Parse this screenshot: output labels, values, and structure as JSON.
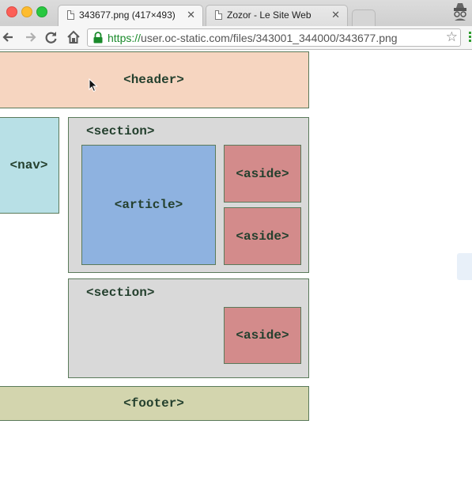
{
  "tabs": [
    {
      "title": "343677.png (417×493)",
      "active": true
    },
    {
      "title": "Zozor - Le Site Web",
      "active": false
    }
  ],
  "toolbar": {
    "url_scheme": "https://",
    "url_rest": "user.oc-static.com/files/343001_344000/343677.png",
    "icons": [
      "back-icon",
      "forward-icon",
      "reload-icon",
      "home-icon",
      "lock-icon",
      "star-icon"
    ]
  },
  "diagram": {
    "header": "<header>",
    "nav": "<nav>",
    "section1": "<section>",
    "article": "<article>",
    "aside1": "<aside>",
    "aside2": "<aside>",
    "section2": "<section>",
    "aside3": "<aside>",
    "footer": "<footer>"
  },
  "colors": {
    "header": "#f6d5c0",
    "nav": "#b8e0e6",
    "section": "#d9d9d9",
    "article": "#8eb2e0",
    "aside": "#d38b8b",
    "footer": "#d3d5ae",
    "secure": "#1a8a2b"
  }
}
